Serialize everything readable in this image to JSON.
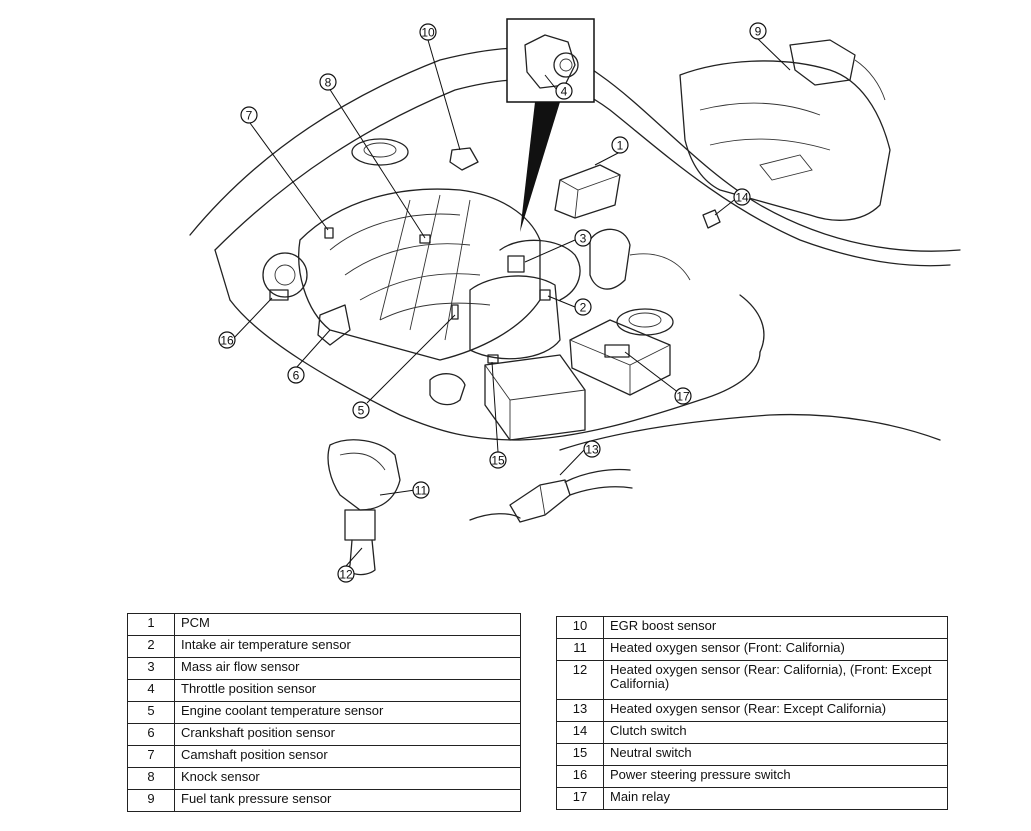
{
  "callouts": [
    "1",
    "2",
    "3",
    "4",
    "5",
    "6",
    "7",
    "8",
    "9",
    "10",
    "11",
    "12",
    "13",
    "14",
    "15",
    "16",
    "17"
  ],
  "legend_left": [
    {
      "num": "1",
      "label": "PCM"
    },
    {
      "num": "2",
      "label": "Intake air temperature sensor"
    },
    {
      "num": "3",
      "label": "Mass air flow sensor"
    },
    {
      "num": "4",
      "label": "Throttle position sensor"
    },
    {
      "num": "5",
      "label": "Engine coolant temperature sensor"
    },
    {
      "num": "6",
      "label": "Crankshaft position sensor"
    },
    {
      "num": "7",
      "label": "Camshaft position sensor"
    },
    {
      "num": "8",
      "label": "Knock sensor"
    },
    {
      "num": "9",
      "label": "Fuel tank pressure sensor"
    }
  ],
  "legend_right": [
    {
      "num": "10",
      "label": "EGR boost sensor"
    },
    {
      "num": "11",
      "label": "Heated oxygen sensor (Front: California)"
    },
    {
      "num": "12",
      "label": "Heated oxygen sensor (Rear: California), (Front: Except California)"
    },
    {
      "num": "13",
      "label": "Heated oxygen sensor (Rear: Except California)"
    },
    {
      "num": "14",
      "label": "Clutch switch"
    },
    {
      "num": "15",
      "label": "Neutral switch"
    },
    {
      "num": "16",
      "label": "Power steering pressure switch"
    },
    {
      "num": "17",
      "label": "Main relay"
    }
  ]
}
